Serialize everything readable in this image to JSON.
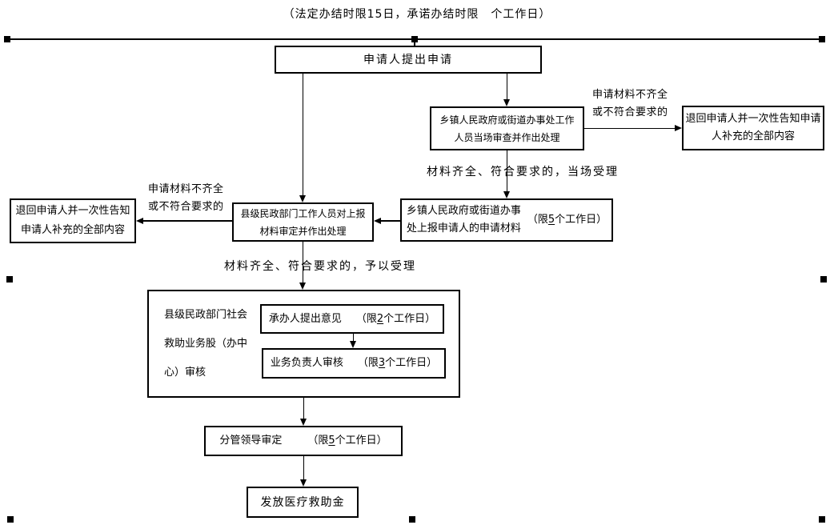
{
  "title": "（法定办结时限15日，承诺办结时限　个工作日）",
  "boxes": {
    "apply": {
      "text": "申请人提出申请"
    },
    "town_onsite_review": {
      "text": "乡镇人民政府或街道办事处工作\n人员当场审查并作出处理"
    },
    "return_supplement_right": {
      "text": "退回申请人并一次性告知申请\n人补充的全部内容"
    },
    "town_submit": {
      "text": "乡镇人民政府或街道办事\n处上报申请人的申请材料",
      "limit": {
        "pre": "（限",
        "num": "5",
        "post": "个工作日）"
      }
    },
    "county_review": {
      "text": "县级民政部门工作人员对上报\n材料审定并作出处理"
    },
    "return_supplement_left": {
      "text": "退回申请人并一次性告知\n申请人补充的全部内容"
    },
    "county_audit_section": {
      "text": "县级民政部门社会\n救助业务股（办中\n心）审核"
    },
    "undertaker_opinion": {
      "text": "承办人提出意见",
      "limit": {
        "pre": "（限",
        "num": "2",
        "post": "个工作日）"
      }
    },
    "manager_audit": {
      "text": "业务负责人审核",
      "limit": {
        "pre": "（限",
        "num": "3",
        "post": "个工作日）"
      }
    },
    "leader_approval": {
      "text": "分管领导审定",
      "limit": {
        "pre": "（限",
        "num": "5",
        "post": "个工作日）"
      }
    },
    "grant_payment": {
      "text": "发放医疗救助金"
    }
  },
  "labels": {
    "incomplete_right": "申请材料不齐全\n或不符合要求的",
    "complete_onsite": "材料齐全、符合要求的，当场受理",
    "incomplete_left": "申请材料不齐全\n或不符合要求的",
    "complete_accept": "材料齐全、符合要求的，予以受理"
  },
  "colors": {
    "ink": "#000000",
    "background": "#ffffff"
  }
}
